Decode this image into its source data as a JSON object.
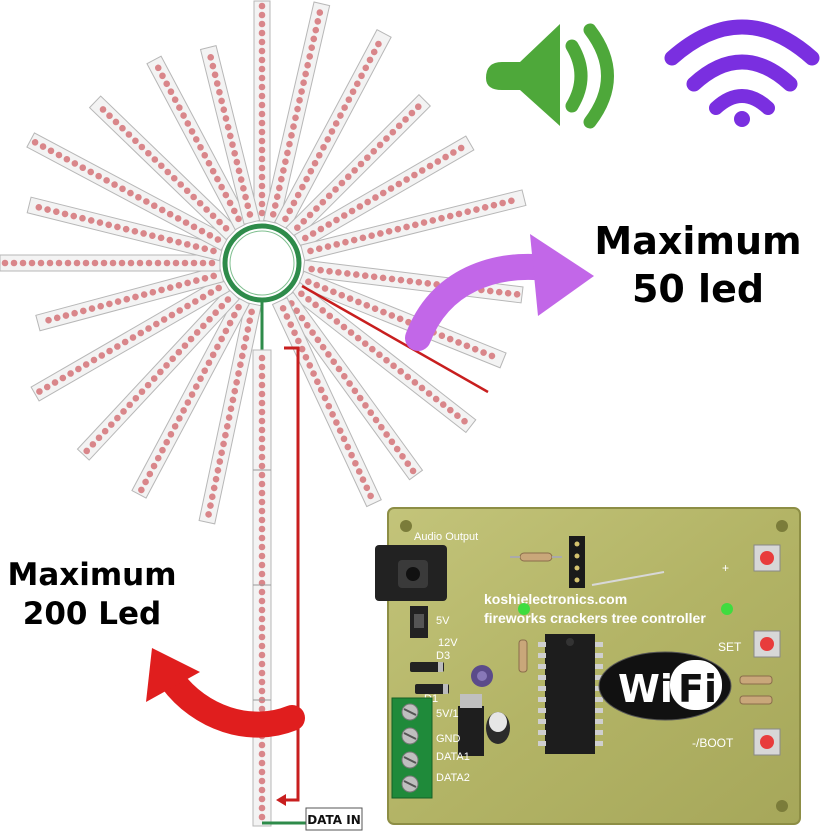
{
  "callouts": {
    "max_strip_line1": "Maximum",
    "max_strip_line2": "50 led",
    "max_total_line1": "Maximum",
    "max_total_line2": "200 Led"
  },
  "wiring": {
    "data_in_label": "DATA IN"
  },
  "board": {
    "audio_output_label": "Audio Output",
    "brand_line": "koshielectronics.com",
    "product_line": "fireworks crackers tree controller",
    "plus_label": "+",
    "set_label": "SET",
    "boot_label": "-/BOOT",
    "label_5v": "5V",
    "label_12v": "12V",
    "label_d3": "D3",
    "label_d1": "D1",
    "terminal_labels": [
      "5V/1",
      "GND",
      "DATA1",
      "DATA2"
    ]
  },
  "wifi_badge": {
    "text_wi": "Wi",
    "text_fi": "Fi"
  },
  "icons": {
    "speaker": "speaker-icon",
    "wifi": "wifi-icon"
  },
  "colors": {
    "speaker_green": "#4ea83a",
    "wifi_purple": "#7a2fe0",
    "arrow_purple": "#c267e8",
    "arrow_red": "#e01e1e",
    "pcb_green": "#b7b86a",
    "ring_green": "#2e8b4a",
    "led_red": "#d9868a"
  }
}
